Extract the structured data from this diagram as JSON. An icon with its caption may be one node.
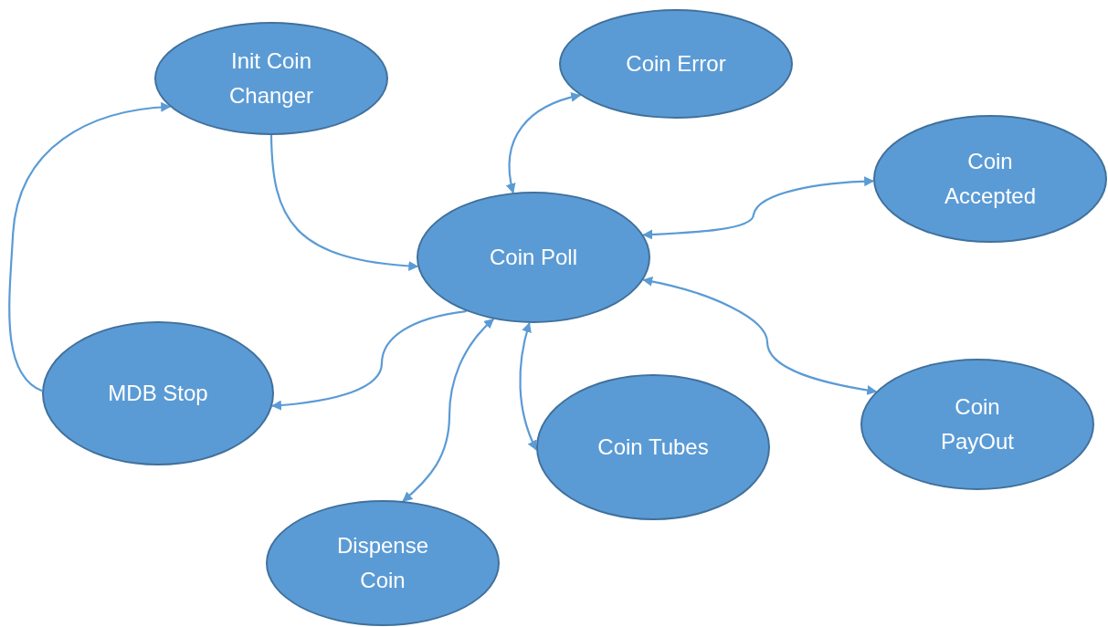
{
  "diagram": {
    "nodes": [
      {
        "text": [
          "Init Coin Changer"
        ]
      },
      {
        "text": [
          "Coin Error"
        ]
      },
      {
        "text": [
          "Coin Accepted"
        ]
      },
      {
        "text": [
          "Coin Poll"
        ]
      },
      {
        "text": [
          "MDB Stop"
        ]
      },
      {
        "text": [
          "Coin Tubes"
        ]
      },
      {
        "text": [
          "Coin PayOut"
        ]
      },
      {
        "text": [
          "Dispense Coin"
        ]
      }
    ],
    "edges": [
      {
        "from": 0,
        "to": 3,
        "arrow": "to"
      },
      {
        "from": 4,
        "to": 0,
        "arrow": "to"
      },
      {
        "from": 3,
        "to": 1,
        "arrow": "both"
      },
      {
        "from": 3,
        "to": 2,
        "arrow": "both"
      },
      {
        "from": 3,
        "to": 4,
        "arrow": "to"
      },
      {
        "from": 3,
        "to": 7,
        "arrow": "both"
      },
      {
        "from": 3,
        "to": 5,
        "arrow": "both"
      },
      {
        "from": 3,
        "to": 6,
        "arrow": "both"
      }
    ]
  }
}
